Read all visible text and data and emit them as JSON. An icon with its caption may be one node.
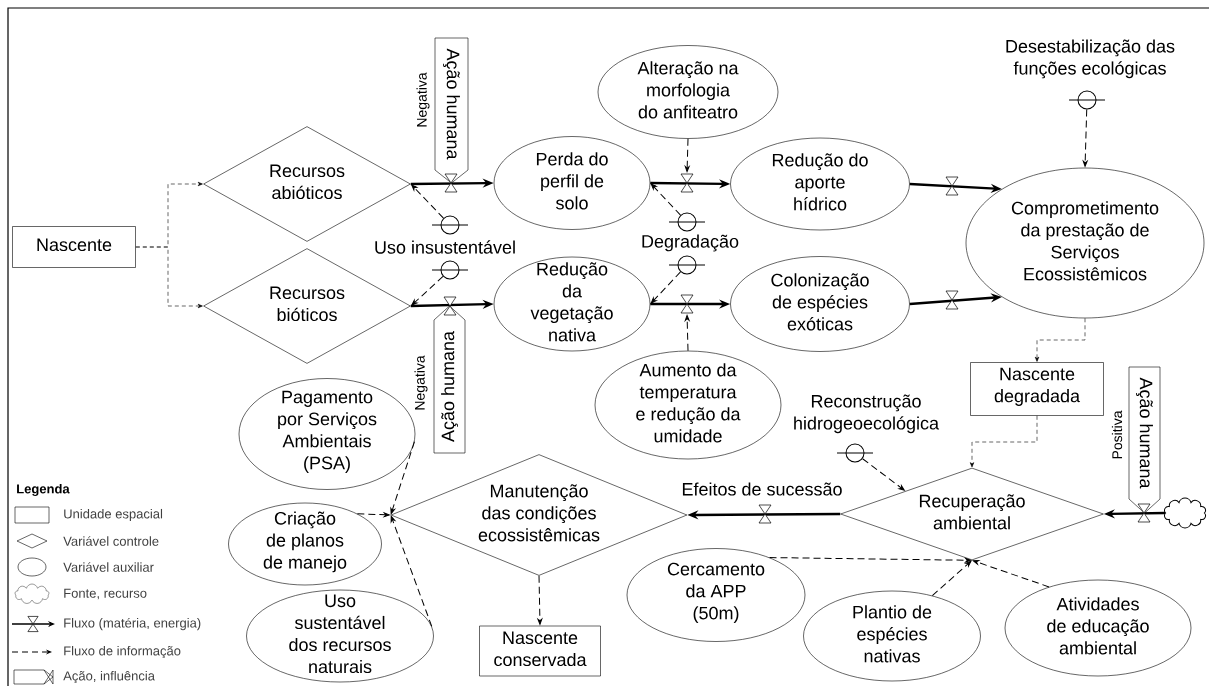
{
  "diagram": {
    "nodes": [
      {
        "text": [
          "Nascente"
        ]
      },
      {
        "text": [
          "Recursos abióticos"
        ]
      },
      {
        "text": [
          "Recursos bióticos"
        ]
      },
      {
        "text": [
          "Ação humana"
        ],
        "beside": [
          "Negativa"
        ]
      },
      {
        "text": [],
        "shape": "circle"
      },
      {
        "text": [],
        "shape": "circle"
      },
      {
        "text": [
          "Ação humana"
        ],
        "beside": [
          "Negativa"
        ]
      },
      {
        "text": [
          "Alteração na morfologia do anfiteatro"
        ]
      },
      {
        "text": [
          "Perda do perfil de solo"
        ]
      },
      {
        "text": [
          "Redução da vegetação nativa"
        ]
      },
      {
        "text": [],
        "shape": "circle"
      },
      {
        "text": [],
        "shape": "circle"
      },
      {
        "text": [
          "Aumento da temperatura e redução da umidade"
        ]
      },
      {
        "text": [
          "Redução do aporte hídrico"
        ]
      },
      {
        "text": [
          "Colonização de espécies exóticas"
        ]
      },
      {
        "text": [
          "Desestabilização das funções ecológicas"
        ]
      },
      {
        "text": [
          "Comprometimento da prestação de Serviços Ecossistêmicos"
        ]
      },
      {
        "text": [
          "Nascente degradada"
        ]
      },
      {
        "text": [
          "Ação humana"
        ],
        "beside": [
          "Positiva"
        ]
      },
      {
        "text": [],
        "shape": "cloud"
      },
      {
        "text": [
          "Reconstrução hidrogeoecológica"
        ]
      },
      {
        "text": [
          "Recuperação ambiental"
        ]
      },
      {
        "text": [
          "Manutenção das condições ecossistêmicas"
        ]
      },
      {
        "text": [
          "Pagamento por Serviços Ambientais (PSA)"
        ]
      },
      {
        "text": [
          "Criação de planos de manejo"
        ]
      },
      {
        "text": [
          "Uso sustentável dos recursos naturais"
        ]
      },
      {
        "text": [
          "Nascente conservada"
        ]
      },
      {
        "text": [
          "Cercamento da APP (50m)"
        ]
      },
      {
        "text": [
          "Plantio de espécies nativas"
        ]
      },
      {
        "text": [
          "Atividades de educação ambiental"
        ]
      }
    ],
    "edges": [
      {
        "from": 0,
        "to": 1,
        "arrow": "to",
        "style": "dashed"
      },
      {
        "from": 0,
        "to": 2,
        "arrow": "to",
        "style": "dashed"
      },
      {
        "from": 1,
        "to": 8,
        "arrow": "to"
      },
      {
        "from": 2,
        "to": 9,
        "arrow": "to"
      },
      {
        "from": 4,
        "to": 1,
        "arrow": "to",
        "style": "dashed"
      },
      {
        "from": 5,
        "to": 2,
        "arrow": "to",
        "style": "dashed"
      },
      {
        "from": 8,
        "to": 13,
        "arrow": "to"
      },
      {
        "from": 9,
        "to": 14,
        "arrow": "to"
      },
      {
        "from": 10,
        "to": 8,
        "arrow": "to",
        "style": "dashed"
      },
      {
        "from": 11,
        "to": 9,
        "arrow": "to",
        "style": "dashed"
      },
      {
        "from": 7,
        "to": null,
        "arrow": "to",
        "style": "dashed"
      },
      {
        "from": 12,
        "to": null,
        "arrow": "to",
        "style": "dashed"
      },
      {
        "from": 13,
        "to": 16,
        "arrow": "to"
      },
      {
        "from": 14,
        "to": 16,
        "arrow": "to"
      },
      {
        "from": 15,
        "to": 16,
        "arrow": "to",
        "style": "dashed"
      },
      {
        "from": 16,
        "to": 17,
        "arrow": "to",
        "style": "dashed"
      },
      {
        "from": 17,
        "to": 21,
        "arrow": "to",
        "style": "dashed"
      },
      {
        "from": 19,
        "to": 21,
        "arrow": "to"
      },
      {
        "from": 20,
        "to": 21,
        "arrow": "to",
        "style": "dashed"
      },
      {
        "from": 21,
        "to": 22,
        "arrow": "to",
        "label": "Efeitos de sucessão"
      },
      {
        "from": 22,
        "to": 26,
        "arrow": "to",
        "style": "dashed"
      },
      {
        "from": 23,
        "to": 22,
        "arrow": "to",
        "style": "dashed"
      },
      {
        "from": 24,
        "to": 22,
        "arrow": "to",
        "style": "dashed"
      },
      {
        "from": 25,
        "to": 22,
        "arrow": "to",
        "style": "dashed"
      },
      {
        "from": 27,
        "to": 21,
        "arrow": "to",
        "style": "dashed"
      },
      {
        "from": 28,
        "to": 21,
        "arrow": "to",
        "style": "dashed"
      },
      {
        "from": 29,
        "to": 21,
        "arrow": "to",
        "style": "dashed"
      }
    ],
    "labels": [
      "Uso insustentável",
      "Degradação",
      "Legenda"
    ],
    "legend": [
      {
        "text": "Unidade espacial"
      },
      {
        "text": "Variável controle"
      },
      {
        "text": "Variável auxiliar"
      },
      {
        "text": "Fonte, recurso"
      },
      {
        "text": "Fluxo (matéria, energia)"
      },
      {
        "text": "Fluxo de informação"
      },
      {
        "text": "Ação, influência"
      }
    ]
  }
}
